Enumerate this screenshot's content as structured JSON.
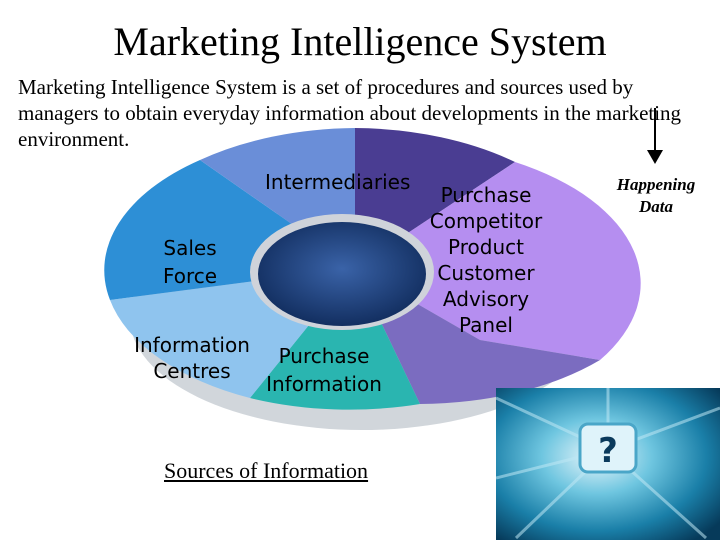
{
  "title": "Marketing Intelligence System",
  "description": "Marketing Intelligence System is a set of procedures and sources used by managers to obtain everyday information about developments in the marketing environment.",
  "callout": {
    "line1": "Happening",
    "line2": "Data"
  },
  "segments": {
    "intermediaries": "Intermediaries",
    "purchase_competitor": [
      "Purchase",
      "Competitor",
      "Product",
      "Customer",
      "Advisory",
      "Panel"
    ],
    "sales_force": [
      "Sales",
      "Force"
    ],
    "information_centres": [
      "Information",
      "Centres"
    ],
    "purchase_information": [
      "Purchase",
      "Information"
    ]
  },
  "caption": "Sources of Information",
  "colors": {
    "intermediaries": "#4a3d92",
    "purchase_competitor": "#b58ef0",
    "sales_force": "#2d8fd6",
    "information_centres": "#8fc4ee",
    "purchase_information": "#2ab5b0",
    "hub": "#1e3d7a"
  },
  "image": {
    "icon": "keyboard-question-key-icon"
  }
}
